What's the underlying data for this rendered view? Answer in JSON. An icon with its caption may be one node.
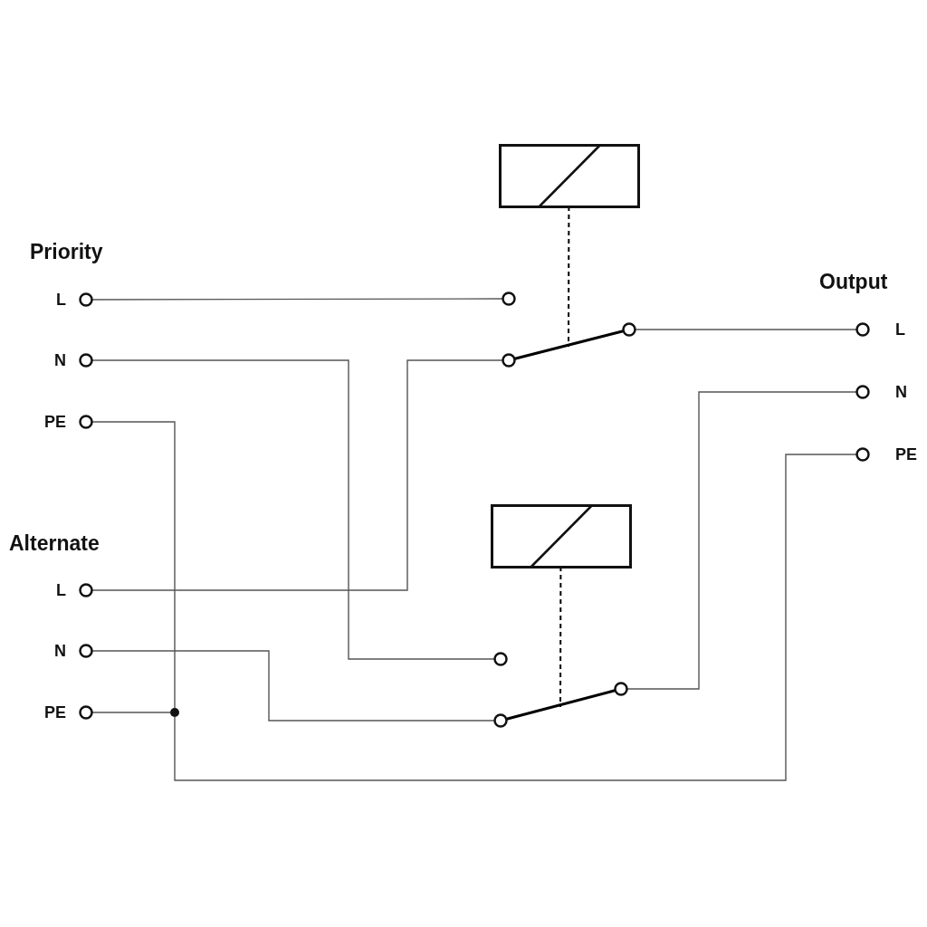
{
  "diagram": {
    "nodes": [
      {
        "text": [],
        "shape": "circle",
        "beside": [
          "L"
        ]
      },
      {
        "text": [],
        "shape": "circle",
        "beside": [
          "N"
        ]
      },
      {
        "text": [],
        "shape": "circle",
        "beside": [
          "PE"
        ]
      },
      {
        "text": [],
        "shape": "circle",
        "beside": [
          "L"
        ]
      },
      {
        "text": [],
        "shape": "circle",
        "beside": [
          "N"
        ]
      },
      {
        "text": [],
        "shape": "circle",
        "beside": [
          "PE"
        ]
      },
      {
        "text": [],
        "shape": "circle",
        "beside": [
          "L"
        ]
      },
      {
        "text": [],
        "shape": "circle",
        "beside": [
          "N"
        ]
      },
      {
        "text": [],
        "shape": "circle",
        "beside": [
          "PE"
        ]
      },
      {
        "text": [],
        "shape": "box"
      },
      {
        "text": [],
        "shape": "circle"
      },
      {
        "text": [],
        "shape": "circle"
      },
      {
        "text": [],
        "shape": "circle"
      },
      {
        "text": [],
        "shape": "box"
      },
      {
        "text": [],
        "shape": "circle"
      },
      {
        "text": [],
        "shape": "circle"
      },
      {
        "text": [],
        "shape": "circle"
      },
      {
        "text": [],
        "shape": "dot"
      }
    ],
    "edges": [
      {
        "from": 0,
        "to": 10,
        "arrow": "none"
      },
      {
        "from": 1,
        "to": 14,
        "arrow": "none"
      },
      {
        "from": 2,
        "to": 17,
        "arrow": "none"
      },
      {
        "from": 5,
        "to": 17,
        "arrow": "none"
      },
      {
        "from": 17,
        "to": 8,
        "arrow": "none"
      },
      {
        "from": 3,
        "to": 11,
        "arrow": "none"
      },
      {
        "from": 4,
        "to": 15,
        "arrow": "none"
      },
      {
        "from": 12,
        "to": 6,
        "arrow": "none"
      },
      {
        "from": 16,
        "to": 7,
        "arrow": "none"
      },
      {
        "from": 11,
        "to": 12,
        "arrow": "none",
        "style": "thick",
        "color": "#000000"
      },
      {
        "from": 15,
        "to": 16,
        "arrow": "none",
        "style": "thick",
        "color": "#000000"
      },
      {
        "from": 9,
        "to": null,
        "arrow": "none",
        "style": "dashed",
        "color": "#000000"
      },
      {
        "from": 13,
        "to": null,
        "arrow": "none",
        "style": "dashed",
        "color": "#000000"
      }
    ],
    "labels": [
      "Priority",
      "Output",
      "Alternate"
    ]
  }
}
